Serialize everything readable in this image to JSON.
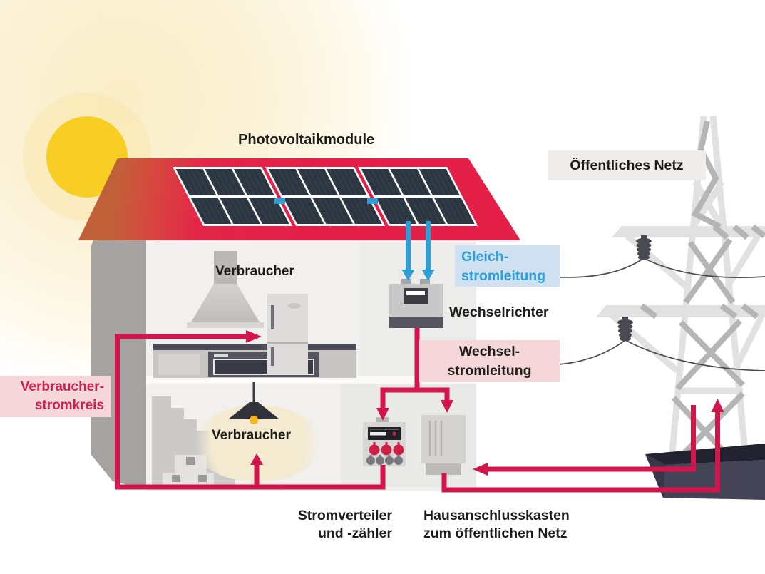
{
  "labels": {
    "pv_modules": "Photovoltaikmodule",
    "public_grid": "Öffentliches Netz",
    "dc_line": {
      "line1": "Gleich-",
      "line2": "stromleitung"
    },
    "inverter": "Wechselrichter",
    "ac_line": {
      "line1": "Wechsel-",
      "line2": "stromleitung"
    },
    "consumer_upper": "Verbraucher",
    "consumer_lower": "Verbraucher",
    "consumer_circuit": {
      "line1": "Verbraucher-",
      "line2": "stromkreis"
    },
    "distributor": {
      "line1": "Stromverteiler",
      "line2": "und -zähler"
    },
    "house_connection": {
      "line1": "Hausanschlusskasten",
      "line2": "zum öffentlichen Netz"
    }
  },
  "colors": {
    "circuit_red": "#d2164b",
    "dc_blue": "#2e9fd6",
    "dc_label_bg": "#cfe1f0",
    "dc_label_text": "#2c9ed8",
    "ac_label_bg": "#f5d7d9",
    "consumer_circuit_text": "#d0224d",
    "grid_label_bg": "#eeedec",
    "roof_red": "#e42049",
    "sun_yellow": "#f8ce24",
    "panel_dark": "#2b3640",
    "house_front": "#f1f0ef",
    "house_side": "#a4a3a2",
    "pylon_light": "#e2e1e1",
    "pylon_dark": "#b6b5b5",
    "text_black": "#1d1c1a"
  }
}
